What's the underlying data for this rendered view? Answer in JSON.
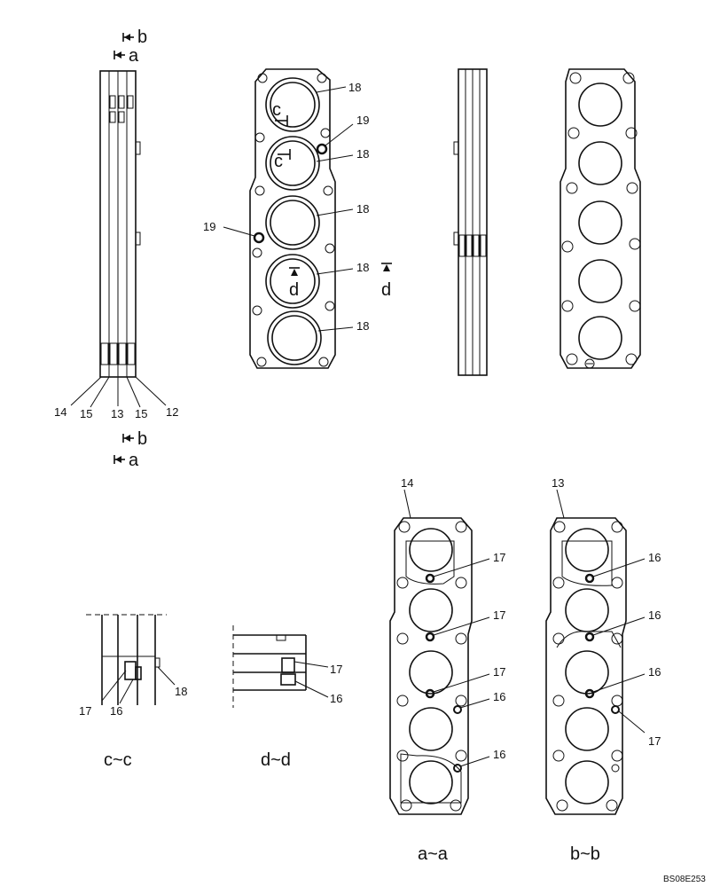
{
  "reference_code": "BS08E253",
  "section_cuts": {
    "a": "a",
    "b": "b",
    "c": "c",
    "d": "d"
  },
  "callouts": {
    "n12": "12",
    "n13": "13",
    "n14": "14",
    "n15": "15",
    "n16": "16",
    "n17": "17",
    "n18": "18",
    "n19": "19"
  },
  "section_titles": {
    "cc": "c~c",
    "dd": "d~d",
    "aa": "a~a",
    "bb": "b~b"
  },
  "section_view_labels": {
    "aa_part": "14",
    "bb_part": "13"
  }
}
